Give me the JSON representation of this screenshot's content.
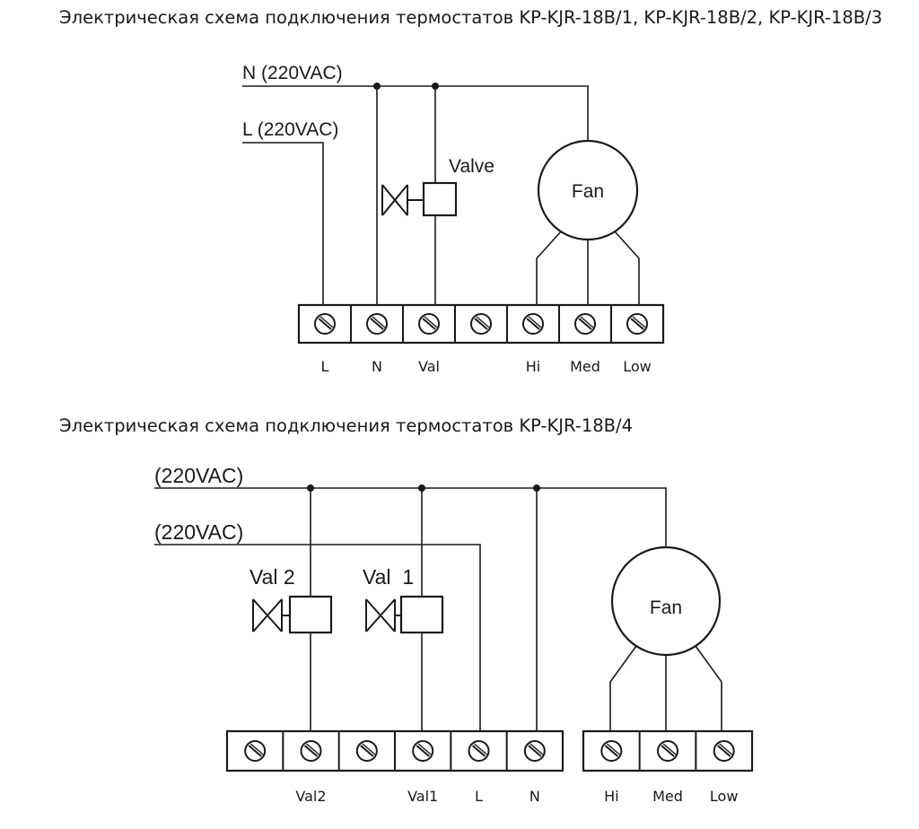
{
  "captions": {
    "first": "Электрическая схема подключения термостатов KP-KJR-18B/1, KP-KJR-18B/2, KP-KJR-18B/3",
    "second": "Электрическая схема подключения термостатов KP-KJR-18B/4"
  },
  "diagram1": {
    "line_n": "N (220VAC)",
    "line_l": "L (220VAC)",
    "valve": "Valve",
    "fan": "Fan",
    "terminals": [
      "L",
      "N",
      "Val",
      "",
      "Hi",
      "Med",
      "Low"
    ]
  },
  "diagram2": {
    "line_a": "(220VAC)",
    "line_b": "(220VAC)",
    "valve2": "Val 2",
    "valve1": "Val  1",
    "fan": "Fan",
    "terminals_left": [
      "",
      "Val2",
      "",
      "Val1",
      "L",
      "N"
    ],
    "terminals_right": [
      "Hi",
      "Med",
      "Low"
    ]
  }
}
